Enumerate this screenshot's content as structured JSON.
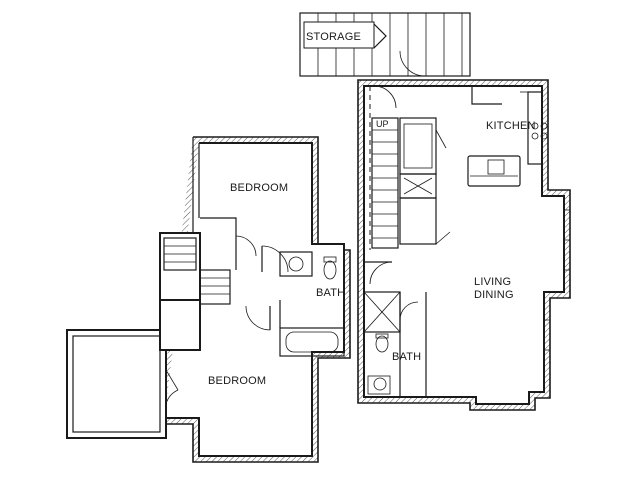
{
  "rooms": {
    "storage": "STORAGE",
    "kitchen": "KITCHEN",
    "up": "UP",
    "bedroom_upper": "BEDROOM",
    "bedroom_lower": "BEDROOM",
    "bath_left": "BATH",
    "bath_right": "BATH",
    "living_line1": "LIVING",
    "living_line2": "DINING"
  }
}
